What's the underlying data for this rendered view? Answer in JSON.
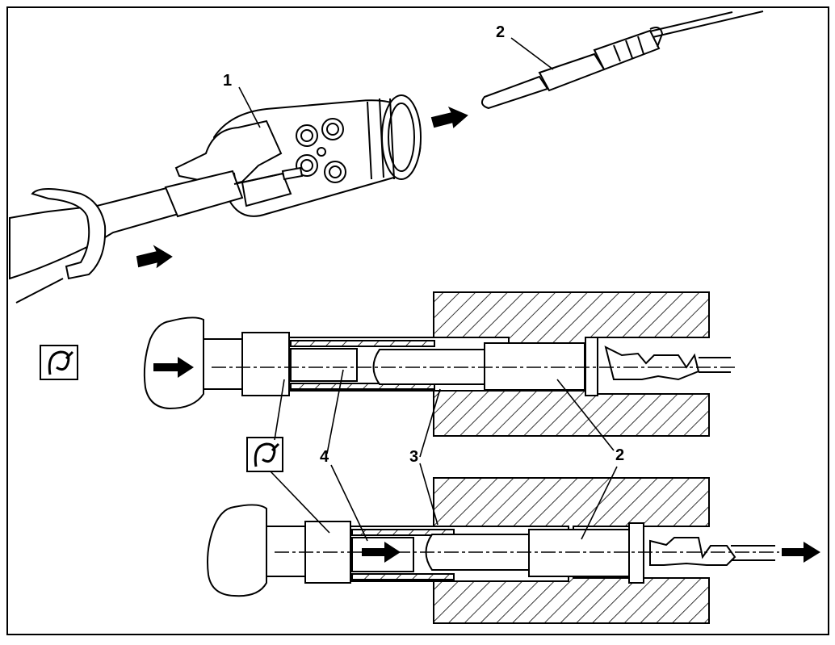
{
  "callouts": {
    "c1": "1",
    "c2_top": "2",
    "c2_mid": "2",
    "c3": "3",
    "c4": "4"
  },
  "tool_symbol": "tool-symbol-icon",
  "colors": {
    "ink": "#000000",
    "paper": "#ffffff",
    "hatch": "#000000"
  }
}
